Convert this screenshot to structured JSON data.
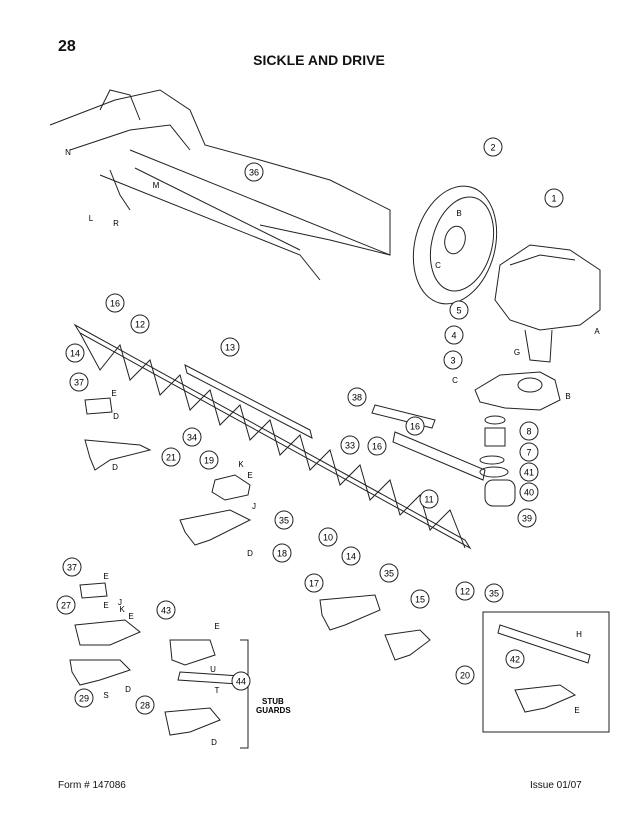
{
  "page": {
    "number": "28",
    "title": "SICKLE AND DRIVE",
    "form": "Form # 147086",
    "issue": "Issue 01/07"
  },
  "callouts": [
    "2",
    "1",
    "36",
    "16",
    "12",
    "14",
    "13",
    "5",
    "4",
    "3",
    "37",
    "38",
    "16",
    "34",
    "21",
    "19",
    "33",
    "16",
    "8",
    "7",
    "41",
    "40",
    "11",
    "35",
    "39",
    "10",
    "14",
    "18",
    "37",
    "35",
    "17",
    "12",
    "35",
    "15",
    "27",
    "43",
    "42",
    "44",
    "20",
    "29",
    "28"
  ],
  "letters": [
    "N",
    "M",
    "L",
    "R",
    "B",
    "C",
    "A",
    "G",
    "C",
    "B",
    "E",
    "K",
    "E",
    "J",
    "D",
    "D",
    "E",
    "E",
    "J",
    "E",
    "K",
    "E",
    "T",
    "U",
    "D",
    "S",
    "D",
    "H",
    "E",
    "D"
  ],
  "stub_guards_label": [
    "STUB",
    "GUARDS"
  ]
}
